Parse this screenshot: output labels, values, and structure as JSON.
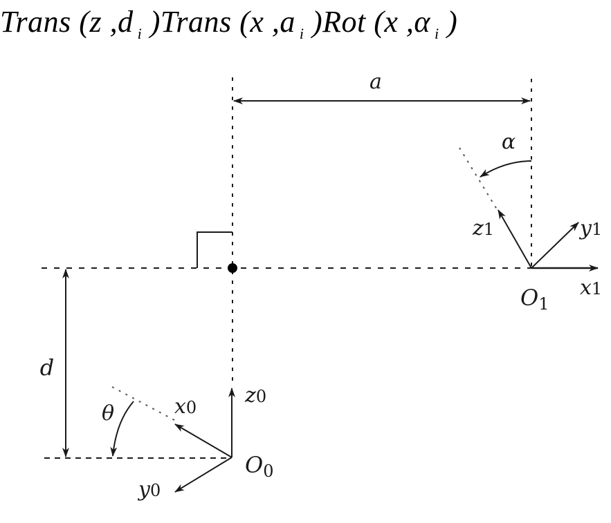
{
  "formula": {
    "part1_fn": "Trans",
    "part1_axis": "z",
    "part1_param": "d",
    "part1_index": "i",
    "part2_fn": "Trans",
    "part2_axis": "x",
    "part2_param": "a",
    "part2_index": "i",
    "part3_fn": "Rot",
    "part3_axis": "x",
    "part3_param": "α",
    "part3_index": "i"
  },
  "diagram": {
    "labels": {
      "a": "a",
      "alpha": "α",
      "d": "d",
      "theta": "θ",
      "z1": "z",
      "z1_sub": "1",
      "y1": "y",
      "y1_sub": "1",
      "x1": "x",
      "x1_sub": "1",
      "O1": "O",
      "O1_sub": "1",
      "z0": "z",
      "z0_sub": "0",
      "x0": "x",
      "x0_sub": "0",
      "y0": "y",
      "y0_sub": "0",
      "O0": "O",
      "O0_sub": "0"
    },
    "colors": {
      "line": "#1a1a1a",
      "background": "#ffffff"
    }
  }
}
